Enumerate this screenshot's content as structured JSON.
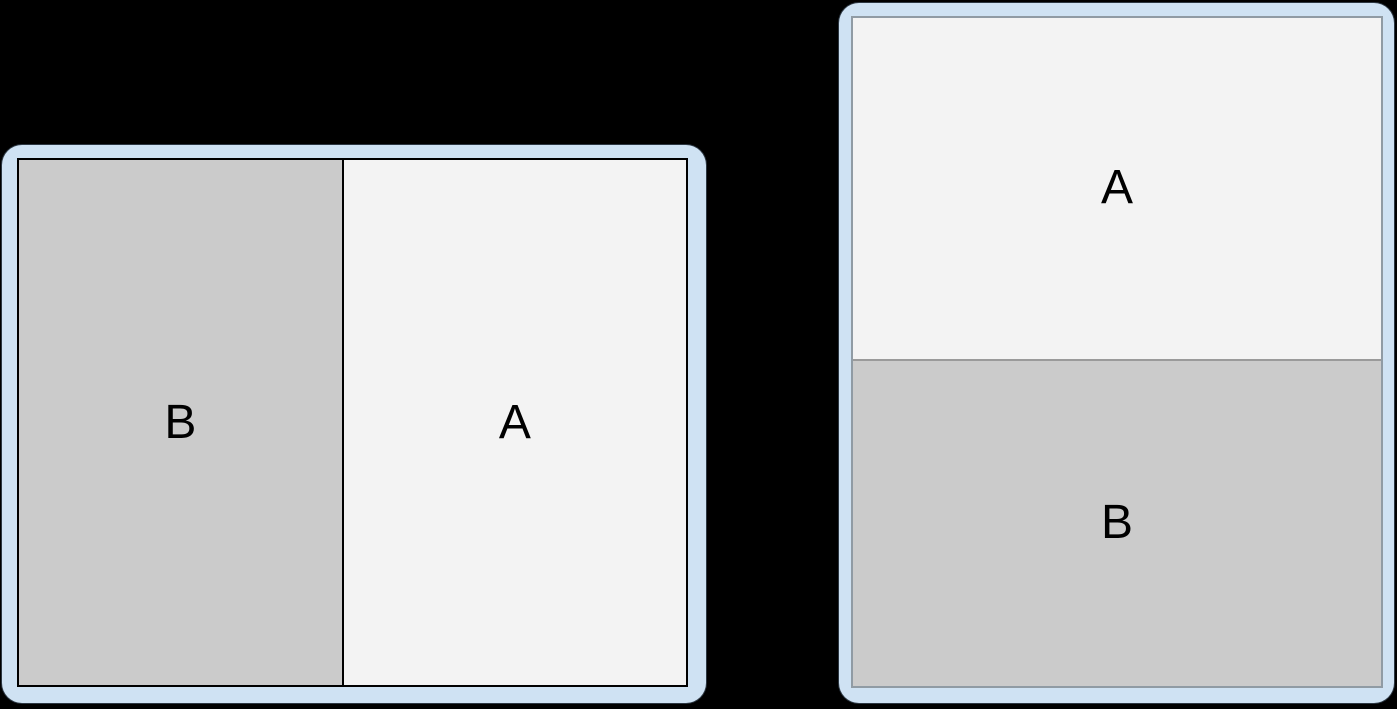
{
  "page": {
    "background_color": "#000000"
  },
  "colors": {
    "frame_fill": "#cfe2f3",
    "panel_a_fill": "#f3f3f3",
    "panel_b_fill": "#cbcbcb",
    "landscape_screen_border": "#000000",
    "portrait_screen_border": "#909ba4",
    "portrait_divider": "#9a9a9a",
    "label_color": "#000000"
  },
  "diagrams": {
    "landscape": {
      "split": "side-by-side",
      "panels": [
        {
          "label": "B",
          "tone": "gray"
        },
        {
          "label": "A",
          "tone": "light"
        }
      ]
    },
    "portrait": {
      "split": "stacked",
      "panels": [
        {
          "label": "A",
          "tone": "light"
        },
        {
          "label": "B",
          "tone": "gray"
        }
      ]
    }
  }
}
